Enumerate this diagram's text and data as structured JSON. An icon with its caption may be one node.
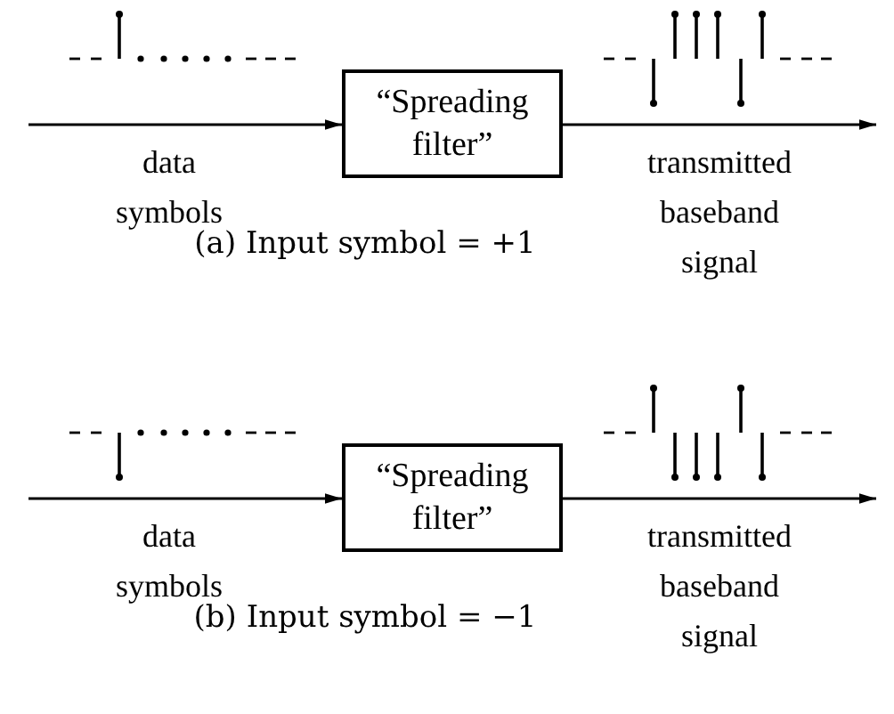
{
  "diagram": {
    "nodes": [
      {
        "text": [
          "“Spreading filter”"
        ]
      },
      {
        "text": [
          "“Spreading filter”"
        ]
      }
    ],
    "edges": [
      {
        "from": null,
        "to": 0,
        "arrow": "to",
        "label": "data symbols"
      },
      {
        "from": 0,
        "to": null,
        "arrow": "to",
        "label": "transmitted baseband signal"
      },
      {
        "from": null,
        "to": 1,
        "arrow": "to",
        "label": "data symbols"
      },
      {
        "from": 1,
        "to": null,
        "arrow": "to",
        "label": "transmitted baseband signal"
      }
    ],
    "labels": [
      "(a) Input symbol = +1",
      "(b) Input symbol = −1"
    ]
  }
}
